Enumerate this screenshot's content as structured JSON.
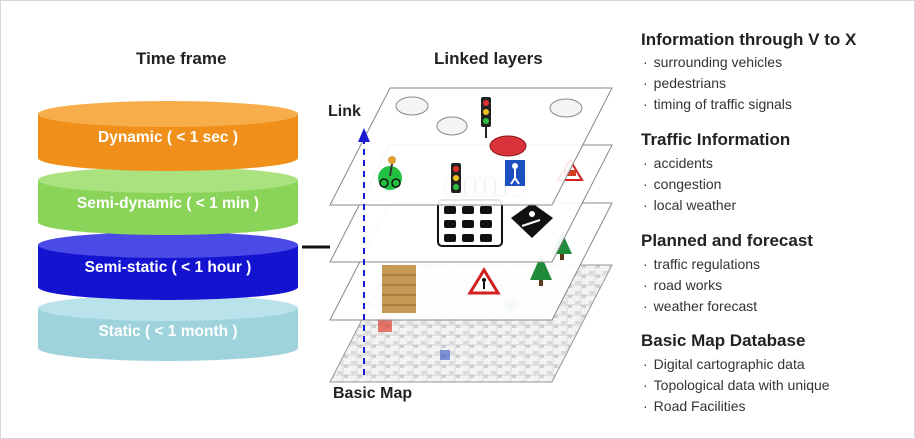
{
  "time_frame": {
    "title": "Time frame",
    "layers": [
      {
        "label": "Dynamic ( < 1 sec )",
        "color": "#f0901a"
      },
      {
        "label": "Semi-dynamic ( < 1 min )",
        "color": "#8bd45a"
      },
      {
        "label": "Semi-static ( < 1 hour )",
        "color": "#1414d0"
      },
      {
        "label": "Static ( < 1 month )",
        "color": "#9ed3dc"
      }
    ]
  },
  "linked_layers": {
    "title": "Linked layers",
    "link_label": "Link",
    "base_label": "Basic Map"
  },
  "categories": [
    {
      "title": "Information through V to X",
      "items": [
        "surrounding vehicles",
        "pedestrians",
        "timing of traffic signals"
      ]
    },
    {
      "title": "Traffic Information",
      "items": [
        "accidents",
        "congestion",
        "local weather"
      ]
    },
    {
      "title": "Planned and forecast",
      "items": [
        "traffic regulations",
        "road works",
        "weather forecast"
      ]
    },
    {
      "title": "Basic Map Database",
      "items": [
        "Digital cartographic data",
        "Topological data with unique",
        "Road Facilities"
      ]
    }
  ],
  "bullet_char": "·"
}
